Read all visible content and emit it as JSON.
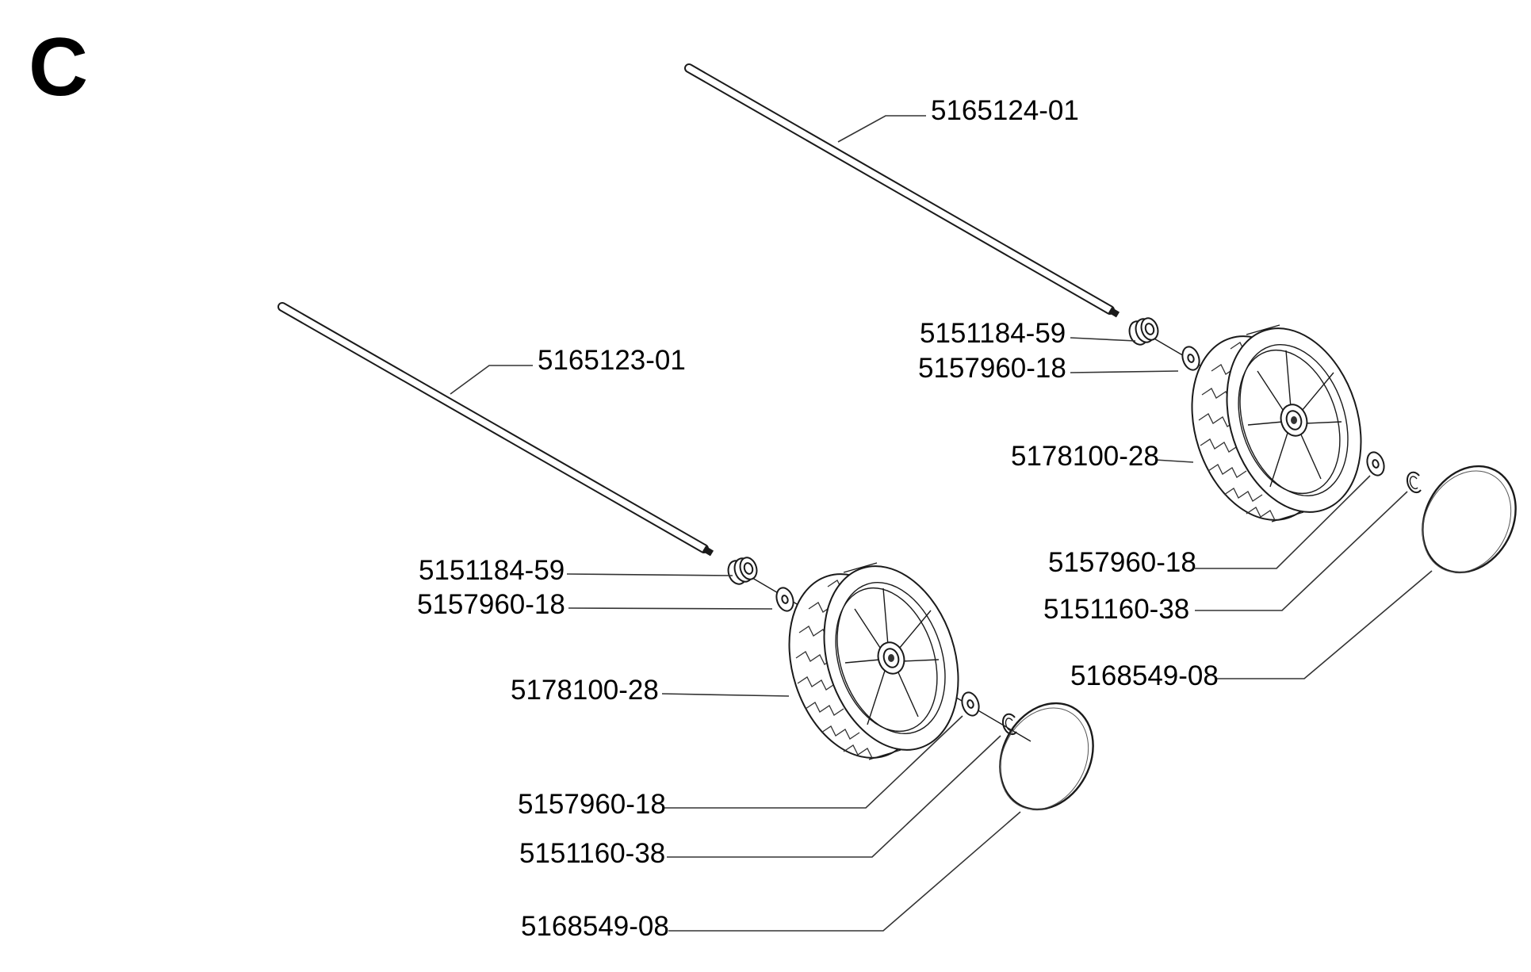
{
  "section": {
    "letter": "C"
  },
  "labels": {
    "shaft_upper": "5165124-01",
    "bushing_upper": "5151184-59",
    "washer_upper_inner": "5157960-18",
    "wheel_upper": "5178100-28",
    "washer_upper_outer": "5157960-18",
    "clip_upper": "5151160-38",
    "cap_upper": "5168549-08",
    "shaft_lower": "5165123-01",
    "bushing_lower": "5151184-59",
    "washer_lower_inner": "5157960-18",
    "wheel_lower": "5178100-28",
    "washer_lower_outer": "5157960-18",
    "clip_lower": "5151160-38",
    "cap_lower": "5168549-08"
  }
}
